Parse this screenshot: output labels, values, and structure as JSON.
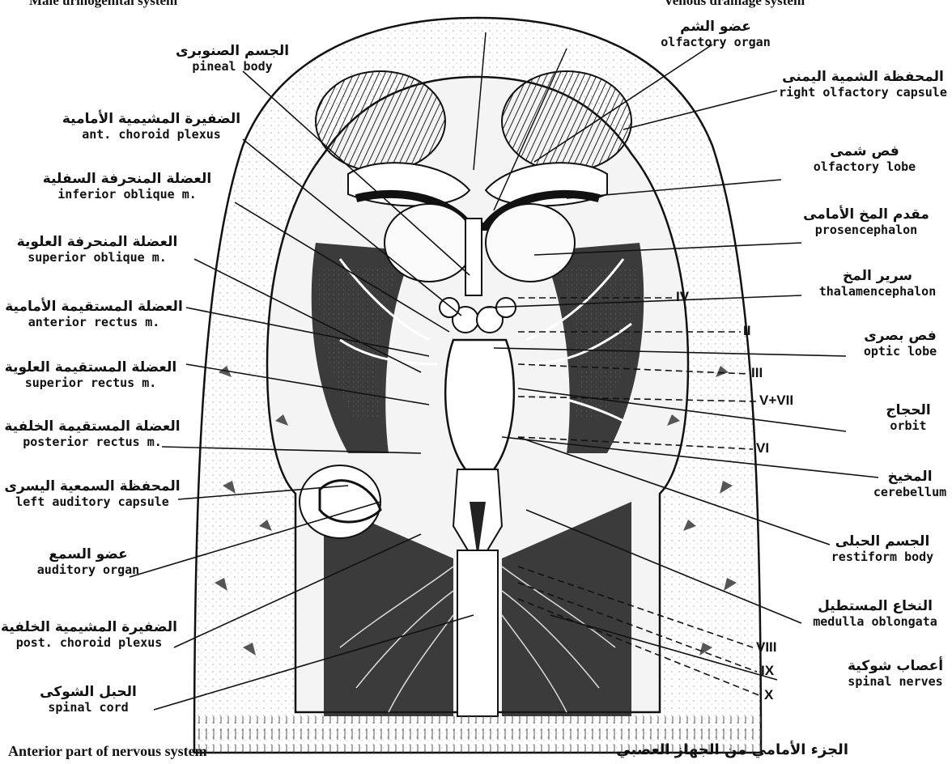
{
  "header": {
    "left_cut": "Male urinogenital system",
    "right_cut": "Venous drainage system"
  },
  "caption": {
    "english": "Anterior part of nervous system",
    "arabic": "الجزء الأمامي من الجهاز العصبي"
  },
  "labels_left": [
    {
      "ar": "الجسم الصنوبرى",
      "en": "pineal body"
    },
    {
      "ar": "الضفيرة المشيمية الأمامية",
      "en": "ant. choroid plexus"
    },
    {
      "ar": "العضلة المنحرفة السفلية",
      "en": "inferior oblique m."
    },
    {
      "ar": "العضلة المنحرفة العلوية",
      "en": "superior oblique m."
    },
    {
      "ar": "العضلة المستقيمة الأمامية",
      "en": "anterior rectus m."
    },
    {
      "ar": "العضلة المستقيمة العلوية",
      "en": "superior rectus m."
    },
    {
      "ar": "العضلة المستقيمة الخلفية",
      "en": "posterior rectus m."
    },
    {
      "ar": "المحفظة السمعية اليسرى",
      "en": "left auditory capsule"
    },
    {
      "ar": "عضو السمع",
      "en": "auditory organ"
    },
    {
      "ar": "الضفيرة المشيمية الخلفية",
      "en": "post. choroid plexus"
    },
    {
      "ar": "الحبل الشوكى",
      "en": "spinal cord"
    }
  ],
  "labels_right": [
    {
      "ar": "عضو الشم",
      "en": "olfactory organ"
    },
    {
      "ar": "المحفظة الشمية اليمنى",
      "en": "right olfactory capsule"
    },
    {
      "ar": "فص شمى",
      "en": "olfactory lobe"
    },
    {
      "ar": "مقدم المخ الأمامى",
      "en": "prosencephalon"
    },
    {
      "ar": "سرير المخ",
      "en": "thalamencephalon"
    },
    {
      "ar": "فص بصرى",
      "en": "optic lobe"
    },
    {
      "ar": "الحجاج",
      "en": "orbit"
    },
    {
      "ar": "المخيخ",
      "en": "cerebellum"
    },
    {
      "ar": "الجسم الحبلى",
      "en": "restiform body"
    },
    {
      "ar": "النخاع المستطيل",
      "en": "medulla oblongata"
    },
    {
      "ar": "أعصاب شوكية",
      "en": "spinal nerves"
    }
  ],
  "nerves": [
    "IV",
    "II",
    "III",
    "V+VII",
    "VI",
    "VIII",
    "IX",
    "X"
  ]
}
